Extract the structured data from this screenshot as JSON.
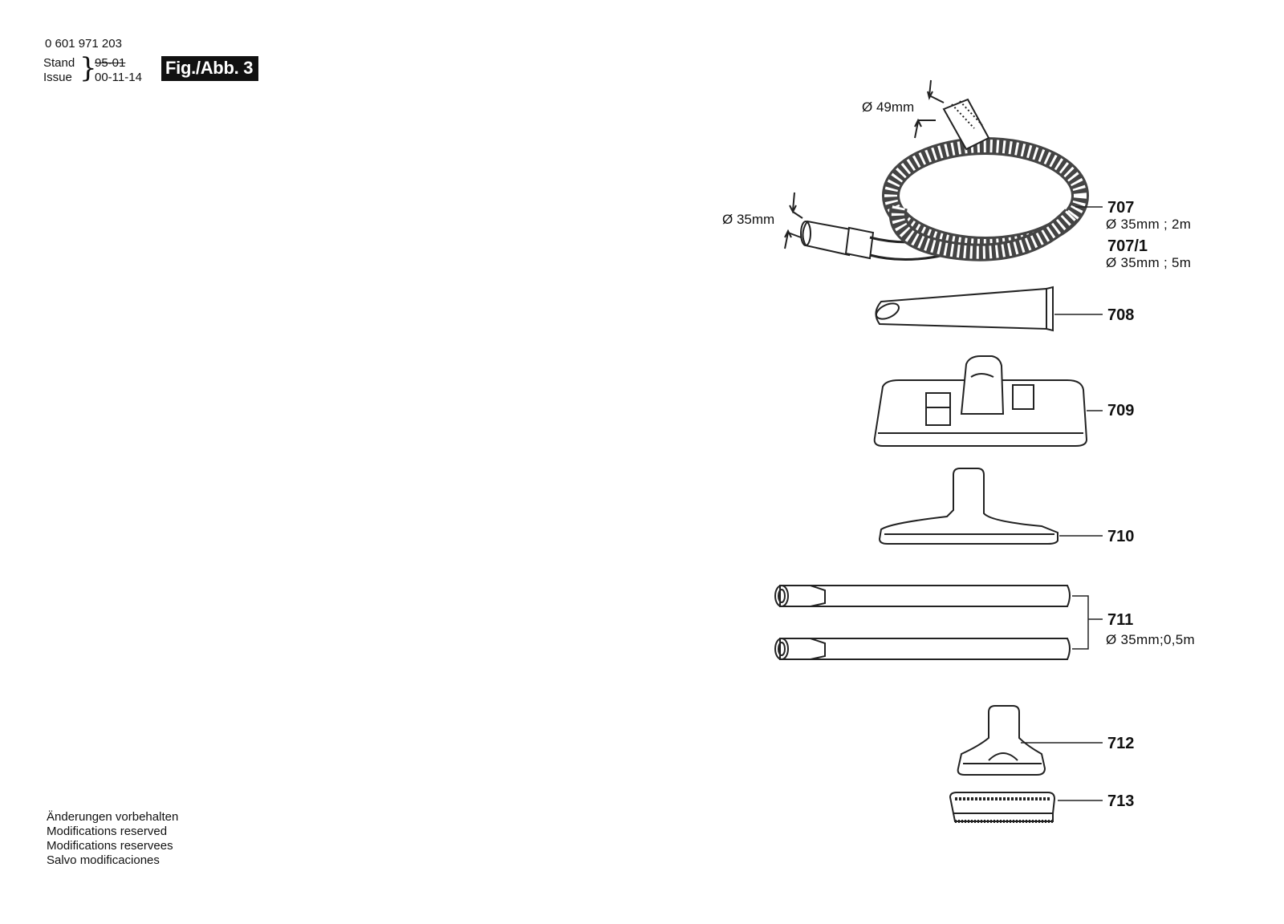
{
  "header": {
    "part_number": "0 601 971 203",
    "stand_label": "Stand",
    "issue_label": "Issue",
    "old_date": "95-01",
    "issue_date": "00-11-14",
    "figure_label": "Fig./Abb. 3"
  },
  "parts": [
    {
      "number": "707",
      "spec": "Ø 35mm ; 2m"
    },
    {
      "number": "707/1",
      "spec": "Ø 35mm ; 5m"
    },
    {
      "number": "708",
      "spec": ""
    },
    {
      "number": "709",
      "spec": ""
    },
    {
      "number": "710",
      "spec": ""
    },
    {
      "number": "711",
      "spec": "Ø 35mm;0,5m"
    },
    {
      "number": "712",
      "spec": ""
    },
    {
      "number": "713",
      "spec": ""
    }
  ],
  "dimensions": {
    "hose_large_end": "Ø 49mm",
    "hose_small_end": "Ø 35mm"
  },
  "footer": {
    "lines": [
      "Änderungen vorbehalten",
      "Modifications reserved",
      "Modifications reservees",
      "Salvo modificaciones"
    ]
  }
}
